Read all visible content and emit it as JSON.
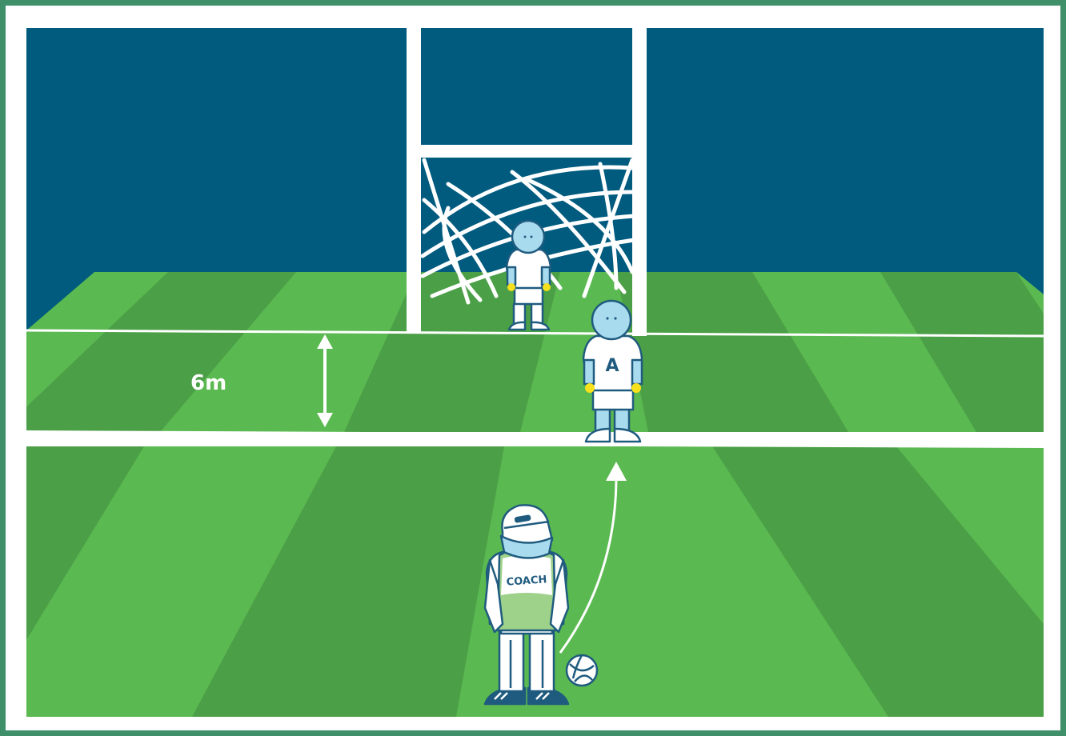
{
  "diagram": {
    "distance_label": "6m",
    "player_a_jersey": "A",
    "coach_bib": "COACH",
    "colors": {
      "sky": "#005b7f",
      "grass_light": "#5bb951",
      "grass_dark": "#4b9f46",
      "outline": "#1f5b7e",
      "player_skin": "#a9dbef",
      "glove": "#f7e01c",
      "bib_green": "#9ed18a",
      "background": "#3f8f6a"
    },
    "icons": [
      "goalkeeper-figure",
      "player-a-figure",
      "coach-figure",
      "football-icon",
      "double-arrow-icon",
      "pass-arrow-icon",
      "goal-net"
    ]
  }
}
